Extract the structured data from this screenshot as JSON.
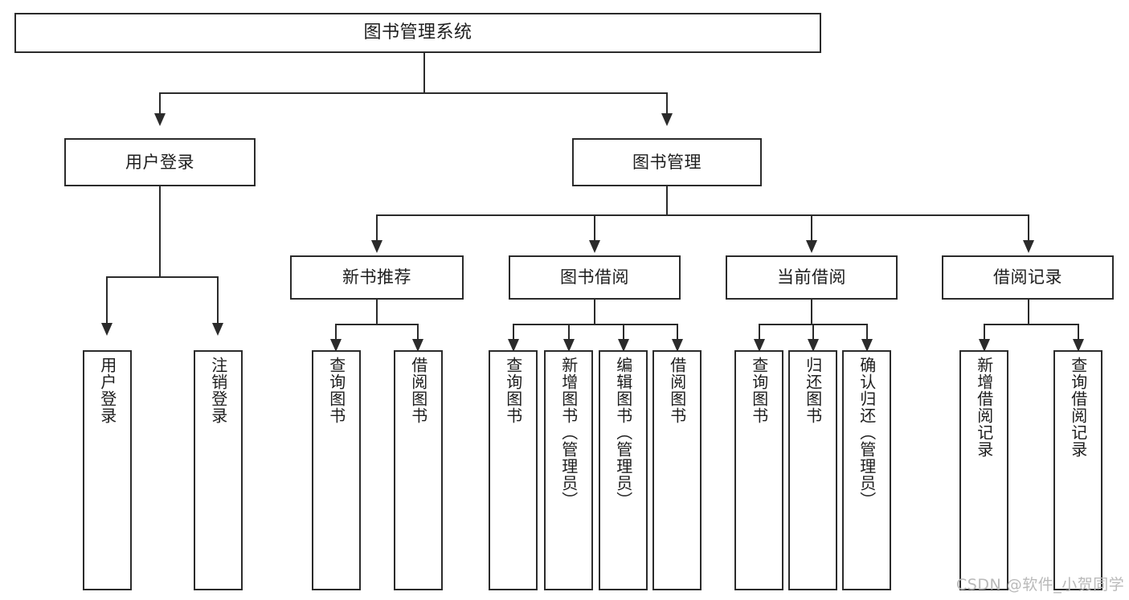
{
  "diagram": {
    "type": "tree-hierarchy-chart",
    "title": "图书管理系统",
    "watermark": "CSDN @软件_小贺同学",
    "colors": {
      "box_border": "#2b2b2b",
      "box_fill": "#ffffff",
      "connector": "#2b2b2b",
      "text": "#1d1d1d",
      "watermark": "#b9b9b9",
      "background": "#ffffff"
    },
    "root": {
      "label": "图书管理系统"
    },
    "level2": [
      {
        "label": "用户登录"
      },
      {
        "label": "图书管理"
      }
    ],
    "level3": [
      {
        "label": "新书推荐"
      },
      {
        "label": "图书借阅"
      },
      {
        "label": "当前借阅"
      },
      {
        "label": "借阅记录"
      }
    ],
    "leaves": {
      "user_login": [
        {
          "label": "用户登录"
        },
        {
          "label": "注销登录"
        }
      ],
      "new_book_recommend": [
        {
          "label": "查询图书"
        },
        {
          "label": "借阅图书"
        }
      ],
      "book_borrow": [
        {
          "label": "查询图书"
        },
        {
          "label": "新增图书（管理员）"
        },
        {
          "label": "编辑图书（管理员）"
        },
        {
          "label": "借阅图书"
        }
      ],
      "current_borrow": [
        {
          "label": "查询图书"
        },
        {
          "label": "归还图书"
        },
        {
          "label": "确认归还（管理员）"
        }
      ],
      "borrow_record": [
        {
          "label": "新增借阅记录"
        },
        {
          "label": "查询借阅记录"
        }
      ]
    }
  }
}
